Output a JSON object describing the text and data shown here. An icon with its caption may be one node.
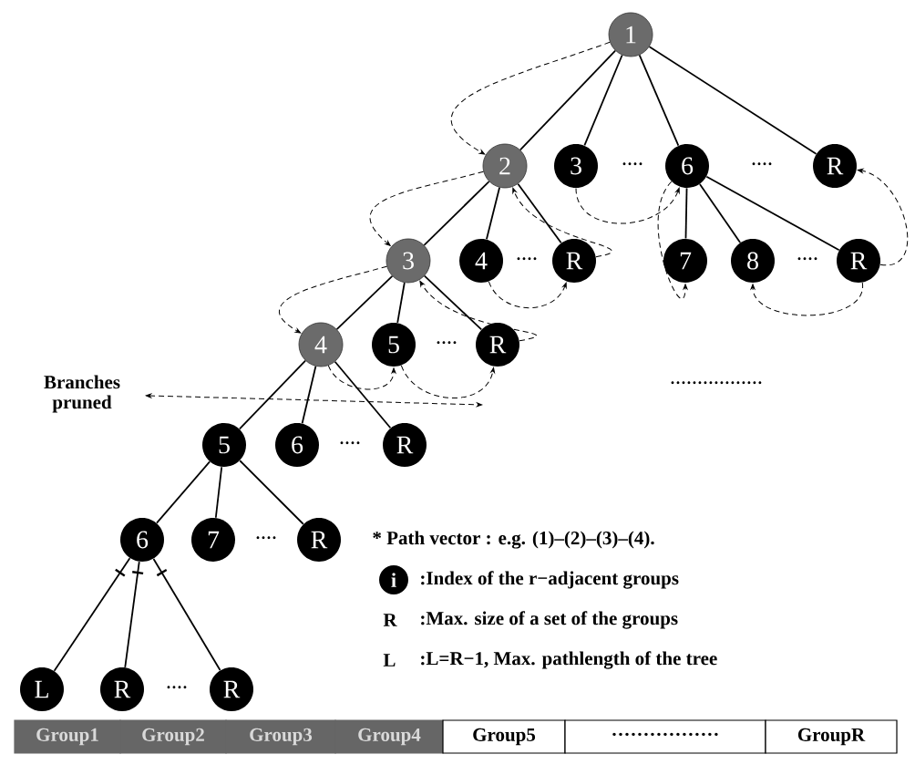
{
  "diagram": {
    "nodes": [
      {
        "text": [
          "1"
        ]
      },
      {
        "text": [
          "2"
        ]
      },
      {
        "text": [
          "3"
        ]
      },
      {
        "text": [
          "6"
        ]
      },
      {
        "text": [
          "R"
        ]
      },
      {
        "text": [
          "3"
        ]
      },
      {
        "text": [
          "4"
        ]
      },
      {
        "text": [
          "R"
        ]
      },
      {
        "text": [
          "7"
        ]
      },
      {
        "text": [
          "8"
        ]
      },
      {
        "text": [
          "R"
        ]
      },
      {
        "text": [
          "4"
        ]
      },
      {
        "text": [
          "5"
        ]
      },
      {
        "text": [
          "R"
        ]
      },
      {
        "text": [
          "5"
        ]
      },
      {
        "text": [
          "6"
        ]
      },
      {
        "text": [
          "R"
        ]
      },
      {
        "text": [
          "6"
        ]
      },
      {
        "text": [
          "7"
        ]
      },
      {
        "text": [
          "R"
        ]
      },
      {
        "text": [
          "L"
        ]
      },
      {
        "text": [
          "R"
        ]
      },
      {
        "text": [
          "R"
        ]
      },
      {
        "text": [
          "Branches pruned"
        ]
      },
      {
        "text": [
          "i"
        ]
      }
    ],
    "edges": [
      {
        "from": 0,
        "to": 1,
        "arrow": "none"
      },
      {
        "from": 0,
        "to": 2,
        "arrow": "none"
      },
      {
        "from": 0,
        "to": 3,
        "arrow": "none"
      },
      {
        "from": 0,
        "to": 4,
        "arrow": "none"
      },
      {
        "from": 1,
        "to": 5,
        "arrow": "none"
      },
      {
        "from": 1,
        "to": 6,
        "arrow": "none"
      },
      {
        "from": 1,
        "to": 7,
        "arrow": "none"
      },
      {
        "from": 3,
        "to": 8,
        "arrow": "none"
      },
      {
        "from": 3,
        "to": 9,
        "arrow": "none"
      },
      {
        "from": 3,
        "to": 10,
        "arrow": "none"
      },
      {
        "from": 5,
        "to": 11,
        "arrow": "none"
      },
      {
        "from": 5,
        "to": 12,
        "arrow": "none"
      },
      {
        "from": 5,
        "to": 13,
        "arrow": "none"
      },
      {
        "from": 11,
        "to": 14,
        "arrow": "none"
      },
      {
        "from": 11,
        "to": 15,
        "arrow": "none"
      },
      {
        "from": 11,
        "to": 16,
        "arrow": "none"
      },
      {
        "from": 14,
        "to": 17,
        "arrow": "none"
      },
      {
        "from": 14,
        "to": 18,
        "arrow": "none"
      },
      {
        "from": 14,
        "to": 19,
        "arrow": "none"
      },
      {
        "from": 17,
        "to": 20,
        "arrow": "none"
      },
      {
        "from": 17,
        "to": 21,
        "arrow": "none"
      },
      {
        "from": 17,
        "to": 22,
        "arrow": "none"
      },
      {
        "from": 0,
        "to": 1,
        "arrow": "to",
        "style": "dashed"
      },
      {
        "from": 1,
        "to": 5,
        "arrow": "to",
        "style": "dashed"
      },
      {
        "from": 5,
        "to": 11,
        "arrow": "to",
        "style": "dashed"
      },
      {
        "from": 2,
        "to": 3,
        "arrow": "to",
        "style": "dashed"
      },
      {
        "from": 7,
        "to": 1,
        "arrow": "to",
        "style": "dashed"
      },
      {
        "from": 6,
        "to": 7,
        "arrow": "to",
        "style": "dashed"
      },
      {
        "from": 10,
        "to": 4,
        "arrow": "to",
        "style": "dashed"
      },
      {
        "from": 3,
        "to": 8,
        "arrow": "to",
        "style": "dashed"
      },
      {
        "from": 10,
        "to": 9,
        "arrow": "to",
        "style": "dashed"
      },
      {
        "from": 13,
        "to": 5,
        "arrow": "to",
        "style": "dashed"
      },
      {
        "from": 11,
        "to": 12,
        "arrow": "to",
        "style": "dashed"
      },
      {
        "from": 12,
        "to": 13,
        "arrow": "to",
        "style": "dashed"
      },
      {
        "from": 23,
        "to": null,
        "arrow": "both",
        "style": "dashed"
      }
    ],
    "labels": [
      "····",
      "····",
      "····",
      "····",
      "····",
      "····",
      "····",
      "····",
      "·················",
      "* Path vector :  e.g.  (1)–(2)–(3)–(4).",
      ":Index of the r−adjacent groups",
      "R",
      ":Max. size of a set of the groups",
      "L",
      ":L=R−1, Max. pathlength of the tree",
      "Group1",
      "Group2",
      "Group3",
      "Group4",
      "Group5",
      "·················",
      "GroupR"
    ]
  }
}
